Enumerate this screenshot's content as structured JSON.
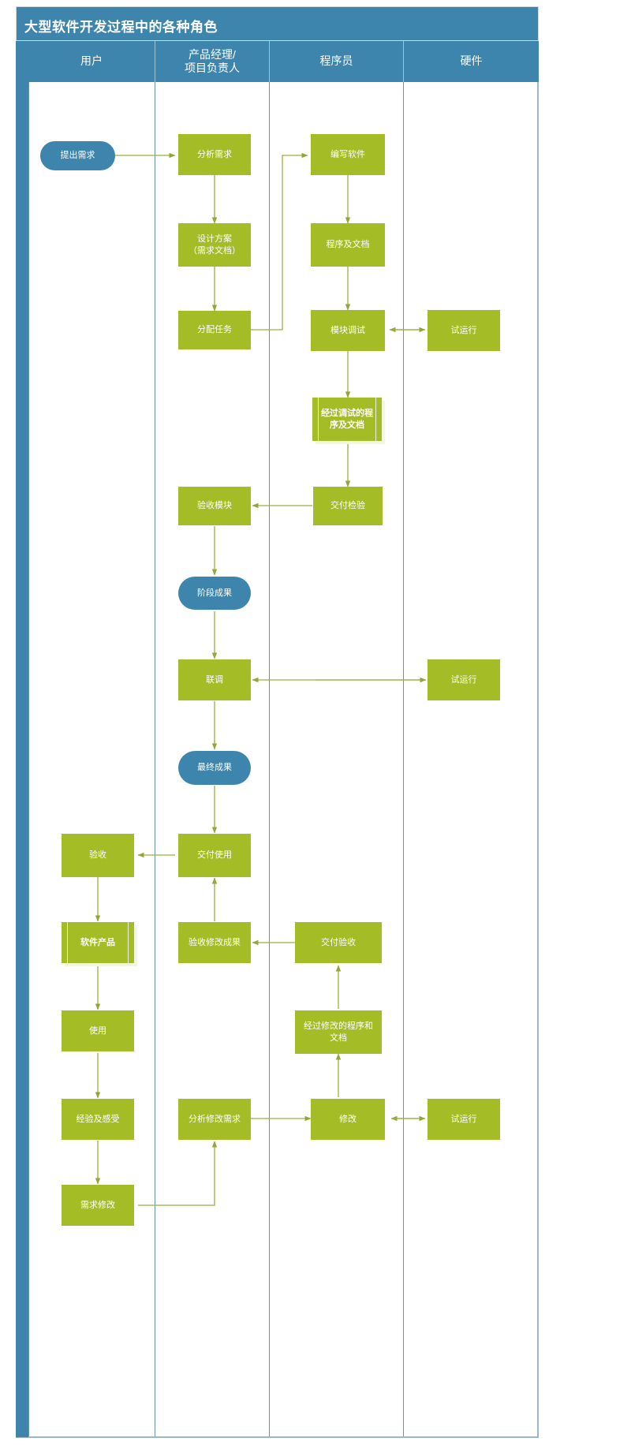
{
  "diagram": {
    "title": "大型软件开发过程中的各种角色",
    "type": "swimlane-flowchart",
    "colors": {
      "header_blue": "#3d85ad",
      "process_green": "#a4bc25",
      "terminator_blue": "#3d85ad",
      "connector_green": "#9bb03c",
      "lane_divider": "#6a93ad",
      "text_white": "#ffffff"
    },
    "lanes": [
      {
        "id": "user",
        "label": "用户"
      },
      {
        "id": "pm",
        "label": "产品经理/\n项目负责人",
        "line1": "产品经理/",
        "line2": "项目负责人"
      },
      {
        "id": "developer",
        "label": "程序员"
      },
      {
        "id": "hardware",
        "label": "硬件"
      }
    ],
    "nodes": [
      {
        "id": "n1",
        "lane": "user",
        "shape": "terminator",
        "label": "提出需求"
      },
      {
        "id": "n2",
        "lane": "pm",
        "shape": "process",
        "label": "分析需求"
      },
      {
        "id": "n3",
        "lane": "pm",
        "shape": "process",
        "label": "设计方案\n（需求文档）",
        "line1": "设计方案",
        "line2": "（需求文档）"
      },
      {
        "id": "n4",
        "lane": "pm",
        "shape": "process",
        "label": "分配任务"
      },
      {
        "id": "n5",
        "lane": "developer",
        "shape": "process",
        "label": "编写软件"
      },
      {
        "id": "n6",
        "lane": "developer",
        "shape": "process",
        "label": "程序及文档"
      },
      {
        "id": "n7",
        "lane": "developer",
        "shape": "process",
        "label": "模块调试"
      },
      {
        "id": "n8",
        "lane": "hardware",
        "shape": "process",
        "label": "试运行"
      },
      {
        "id": "n9",
        "lane": "developer",
        "shape": "predefined",
        "label": "经过调试的程序及文档",
        "line1": "经过调试的程",
        "line2": "序及文档"
      },
      {
        "id": "n10",
        "lane": "developer",
        "shape": "process",
        "label": "交付检验"
      },
      {
        "id": "n11",
        "lane": "pm",
        "shape": "process",
        "label": "验收模块"
      },
      {
        "id": "n12",
        "lane": "pm",
        "shape": "terminator",
        "label": "阶段成果"
      },
      {
        "id": "n13",
        "lane": "pm",
        "shape": "process",
        "label": "联调"
      },
      {
        "id": "n14",
        "lane": "hardware",
        "shape": "process",
        "label": "试运行"
      },
      {
        "id": "n15",
        "lane": "pm",
        "shape": "terminator",
        "label": "最终成果"
      },
      {
        "id": "n16",
        "lane": "pm",
        "shape": "process",
        "label": "交付使用"
      },
      {
        "id": "n17",
        "lane": "user",
        "shape": "process",
        "label": "验收"
      },
      {
        "id": "n18",
        "lane": "user",
        "shape": "predefined",
        "label": "软件产品"
      },
      {
        "id": "n19",
        "lane": "pm",
        "shape": "process",
        "label": "验收修改成果"
      },
      {
        "id": "n20",
        "lane": "developer",
        "shape": "process",
        "label": "交付验收"
      },
      {
        "id": "n21",
        "lane": "user",
        "shape": "process",
        "label": "使用"
      },
      {
        "id": "n22",
        "lane": "developer",
        "shape": "process",
        "label": "经过修改的程序和文档",
        "line1": "经过修改的程序和",
        "line2": "文档"
      },
      {
        "id": "n23",
        "lane": "user",
        "shape": "process",
        "label": "经验及感受"
      },
      {
        "id": "n24",
        "lane": "pm",
        "shape": "process",
        "label": "分析修改需求"
      },
      {
        "id": "n25",
        "lane": "developer",
        "shape": "process",
        "label": "修改"
      },
      {
        "id": "n26",
        "lane": "hardware",
        "shape": "process",
        "label": "试运行"
      },
      {
        "id": "n27",
        "lane": "user",
        "shape": "process",
        "label": "需求修改"
      }
    ],
    "edges": [
      {
        "from": "n1",
        "to": "n2",
        "arrow": "single"
      },
      {
        "from": "n2",
        "to": "n3",
        "arrow": "single"
      },
      {
        "from": "n3",
        "to": "n4",
        "arrow": "single"
      },
      {
        "from": "n4",
        "to": "n5",
        "arrow": "single"
      },
      {
        "from": "n5",
        "to": "n6",
        "arrow": "single"
      },
      {
        "from": "n6",
        "to": "n7",
        "arrow": "single"
      },
      {
        "from": "n7",
        "to": "n8",
        "arrow": "double"
      },
      {
        "from": "n7",
        "to": "n9",
        "arrow": "single"
      },
      {
        "from": "n9",
        "to": "n10",
        "arrow": "single"
      },
      {
        "from": "n10",
        "to": "n11",
        "arrow": "single"
      },
      {
        "from": "n11",
        "to": "n12",
        "arrow": "single"
      },
      {
        "from": "n12",
        "to": "n13",
        "arrow": "single"
      },
      {
        "from": "n14",
        "to": "n13",
        "arrow": "double"
      },
      {
        "from": "n13",
        "to": "n15",
        "arrow": "single"
      },
      {
        "from": "n15",
        "to": "n16",
        "arrow": "single"
      },
      {
        "from": "n16",
        "to": "n17",
        "arrow": "single"
      },
      {
        "from": "n17",
        "to": "n18",
        "arrow": "single"
      },
      {
        "from": "n19",
        "to": "n16",
        "arrow": "single"
      },
      {
        "from": "n20",
        "to": "n19",
        "arrow": "single"
      },
      {
        "from": "n18",
        "to": "n21",
        "arrow": "single"
      },
      {
        "from": "n22",
        "to": "n20",
        "arrow": "single"
      },
      {
        "from": "n21",
        "to": "n23",
        "arrow": "single"
      },
      {
        "from": "n24",
        "to": "n25",
        "arrow": "single"
      },
      {
        "from": "n25",
        "to": "n26",
        "arrow": "double"
      },
      {
        "from": "n25",
        "to": "n22",
        "arrow": "single"
      },
      {
        "from": "n23",
        "to": "n27",
        "arrow": "single"
      },
      {
        "from": "n27",
        "to": "n24",
        "arrow": "single"
      }
    ]
  }
}
